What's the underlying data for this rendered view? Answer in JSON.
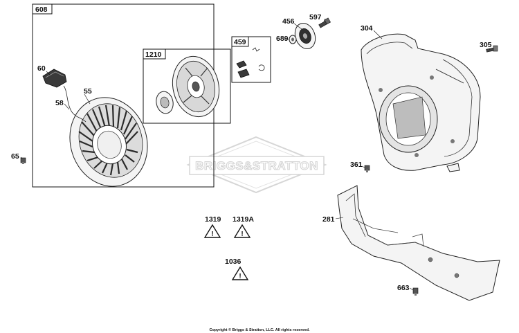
{
  "parts": {
    "p608": "608",
    "p1210": "1210",
    "p459": "459",
    "p456": "456",
    "p597": "597",
    "p689": "689",
    "p304": "304",
    "p305": "305",
    "p60": "60",
    "p55": "55",
    "p58": "58",
    "p65": "65",
    "p361": "361",
    "p281": "281",
    "p663": "663",
    "p1319": "1319",
    "p1319A": "1319A",
    "p1036": "1036"
  },
  "watermark": "BRIGGS&STRATTON",
  "copyright": "Copyright © Briggs & Stratton, LLC. All rights reserved."
}
